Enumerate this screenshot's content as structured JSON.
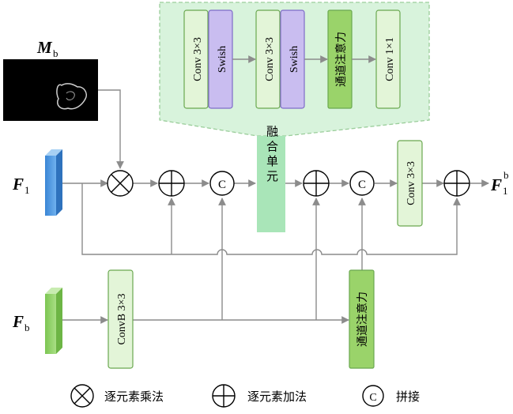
{
  "labels": {
    "mask": "M",
    "mask_sub": "b",
    "f1": "F",
    "f1_sub": "1",
    "fb": "F",
    "fb_sub": "b",
    "out": "F",
    "out_sub": "1",
    "out_sup": "b"
  },
  "fusion_unit": {
    "conv1": "Conv 3×3",
    "swish1": "Swish",
    "conv2": "Conv 3×3",
    "swish2": "Swish",
    "attn": "通道注意力",
    "conv3": "Conv 1×1"
  },
  "blocks": {
    "fusion": "融 合 单 元",
    "conv_main": "Conv 3×3",
    "convb": "ConvB 3×3",
    "attn_b": "通道注意力",
    "concat_symbol": "C"
  },
  "legend": {
    "mul": "逐元素乘法",
    "add": "逐元素加法",
    "concat": "拼接",
    "concat_symbol": "C"
  },
  "colors": {
    "panel_fill": "#d8f3dc",
    "panel_stroke": "#9acd9a",
    "conv_fill": "#e3f5d8",
    "swish_fill": "#c9bdf0",
    "attention_fill": "#9ad36a",
    "f1_cube": "#4f97db",
    "fb_cube": "#8fd36a",
    "wire": "#8c8c8c"
  }
}
